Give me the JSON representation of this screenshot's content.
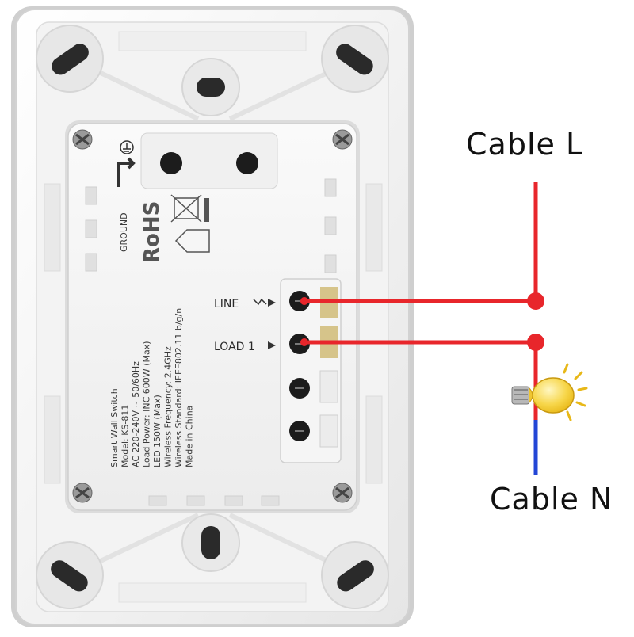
{
  "cable_labels": {
    "line": "Cable L",
    "neutral": "Cable N"
  },
  "device": {
    "ground_label": "GROUND",
    "rohs_label": "RoHS",
    "spec_lines": [
      "Smart Wall Switch",
      "Model: KS-811",
      "AC 220-240V ~ 50/60Hz",
      "Load Power: INC 600W (Max)",
      "LED 150W (Max)",
      "Wireless Frequency: 2.4GHz",
      "Wireless Standard: IEEE802.11 b/g/n",
      "Made in China"
    ],
    "terminals": {
      "line": "LINE",
      "load1": "LOAD 1"
    }
  },
  "colors": {
    "line_wire": "#e8262b",
    "neutral_wire": "#2346d6",
    "plate": "#f4f4f4",
    "module": "#f7f7f7"
  },
  "icons": [
    "ground-symbol-icon",
    "recycle-bin-crossed-icon",
    "indoor-use-house-icon",
    "lightning-arrow-icon",
    "light-bulb-icon",
    "screw-icon"
  ]
}
